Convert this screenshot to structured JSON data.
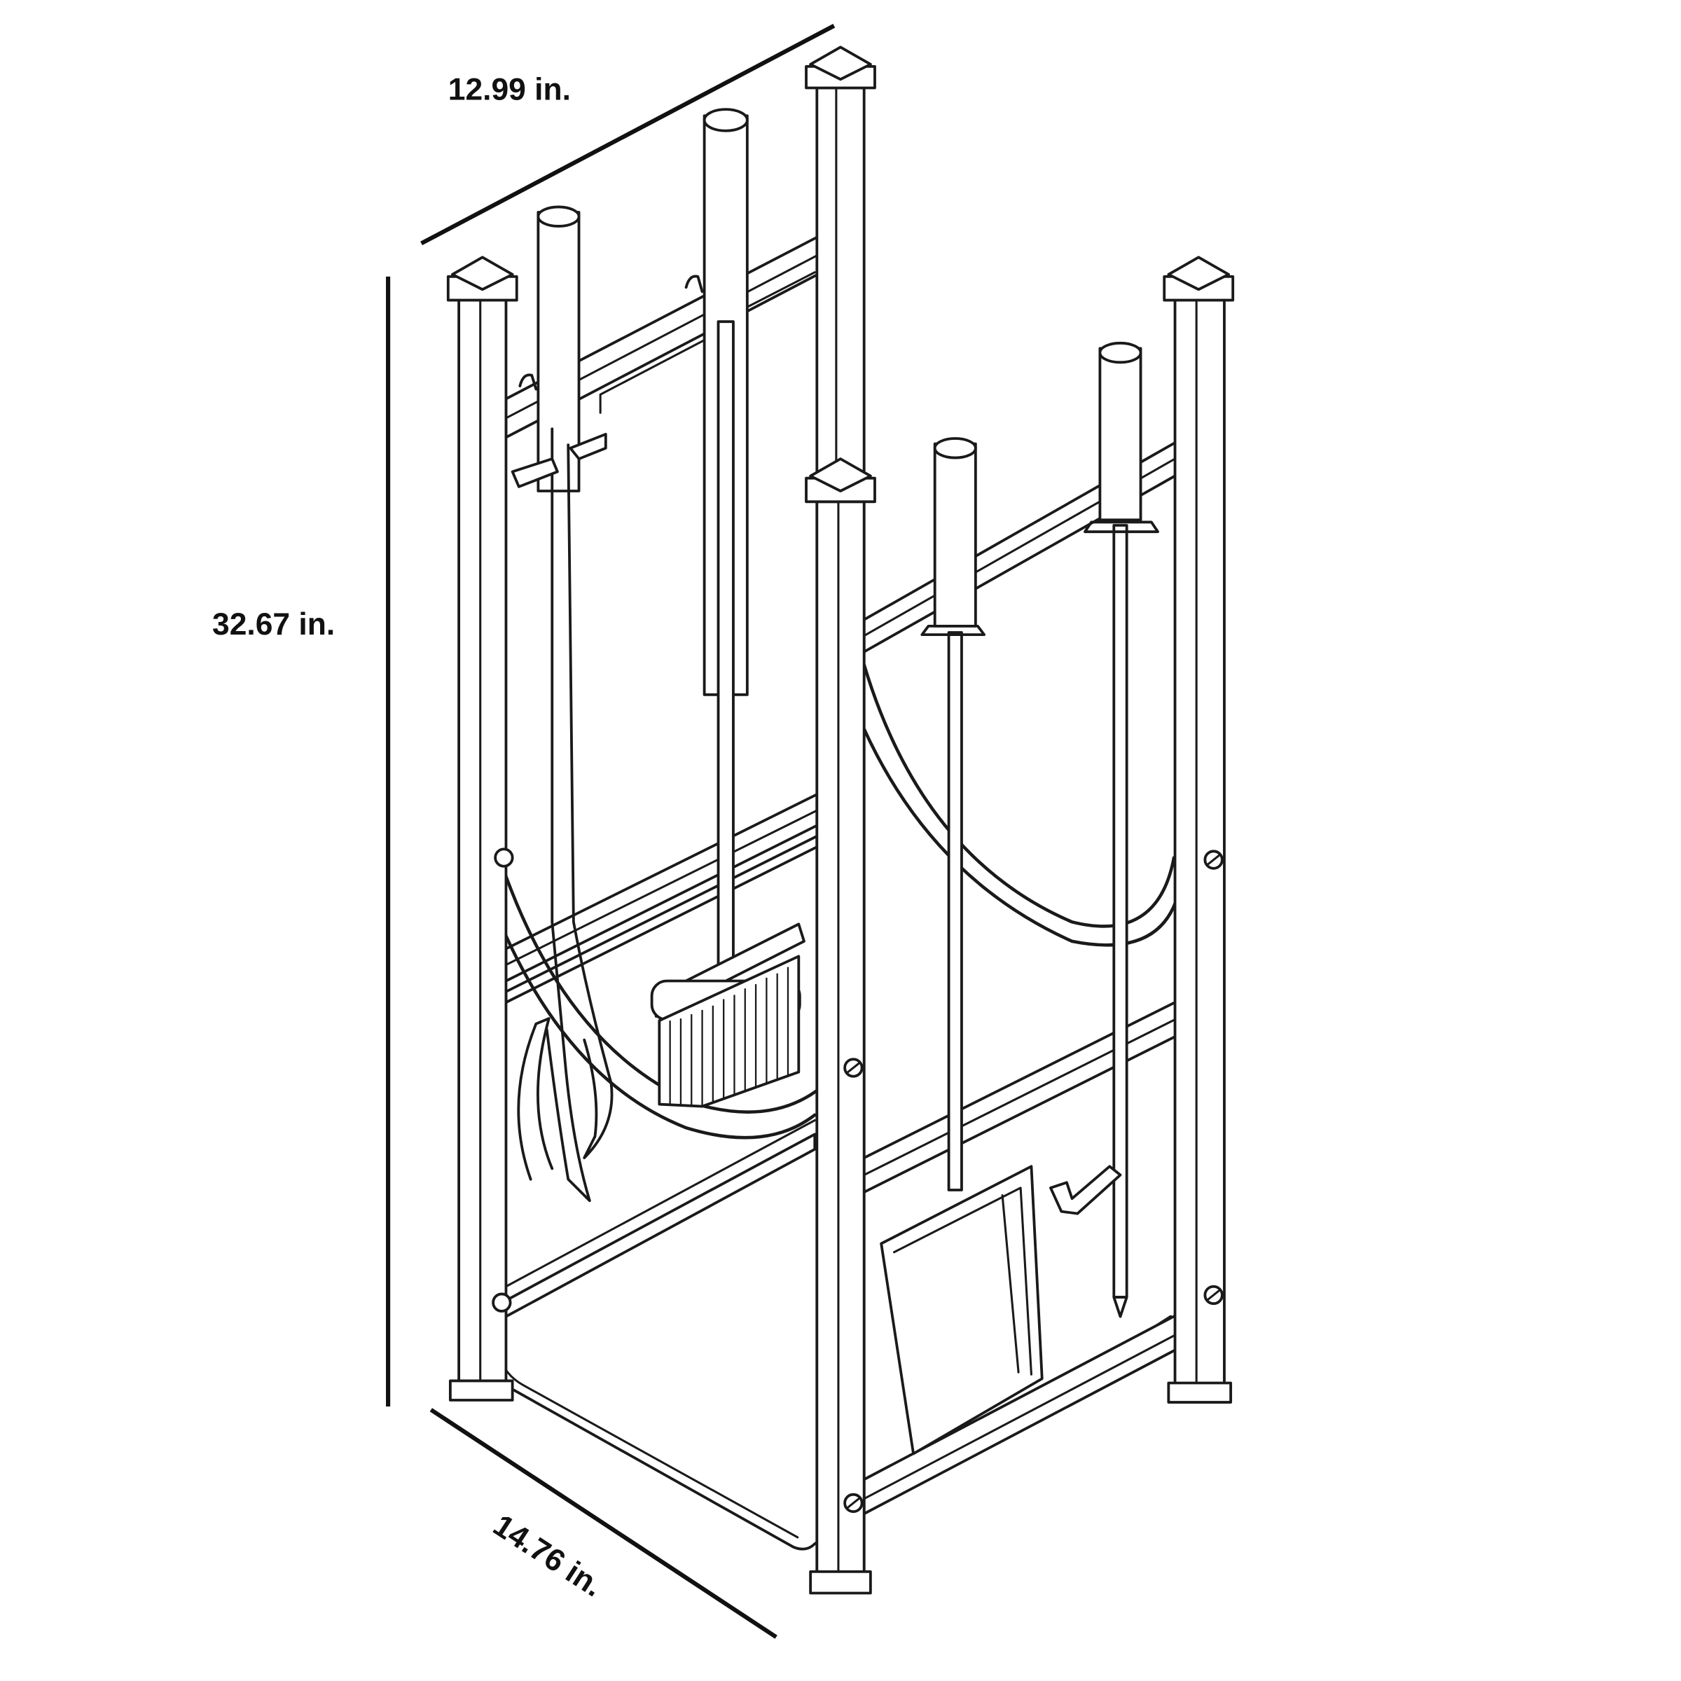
{
  "dimensions": {
    "width": "12.99 in.",
    "height": "32.67 in.",
    "depth": "14.76 in."
  },
  "colors": {
    "line": "#1a1a1a",
    "background": "#ffffff"
  }
}
